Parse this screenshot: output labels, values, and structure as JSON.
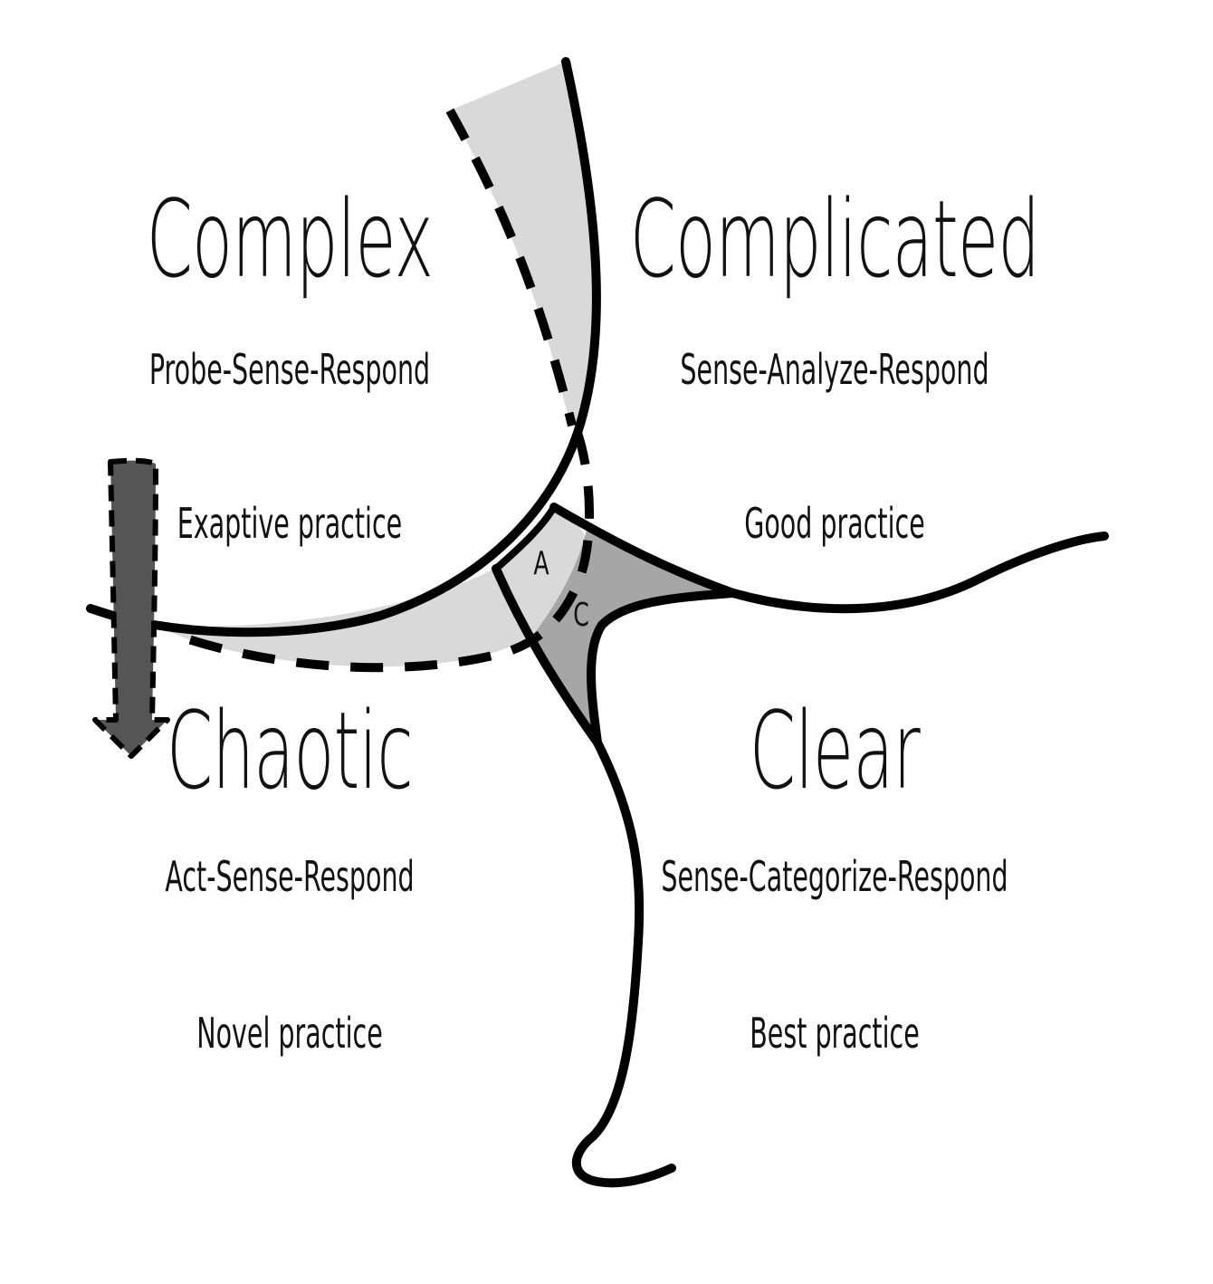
{
  "domains": {
    "complex": {
      "title": "Complex",
      "approach": "Probe-Sense-Respond",
      "practice": "Exaptive practice"
    },
    "complicated": {
      "title": "Complicated",
      "approach": "Sense-Analyze-Respond",
      "practice": "Good practice"
    },
    "chaotic": {
      "title": "Chaotic",
      "approach": "Act-Sense-Respond",
      "practice": "Novel practice"
    },
    "clear": {
      "title": "Clear",
      "approach": "Sense-Categorize-Respond",
      "practice": "Best practice"
    }
  },
  "markers": {
    "a": "A",
    "c": "C"
  },
  "colors": {
    "line": "#000000",
    "light_fill": "#d9d9d9",
    "mid_fill": "#a6a6a6",
    "arrow_fill": "#555555",
    "background": "#ffffff"
  }
}
